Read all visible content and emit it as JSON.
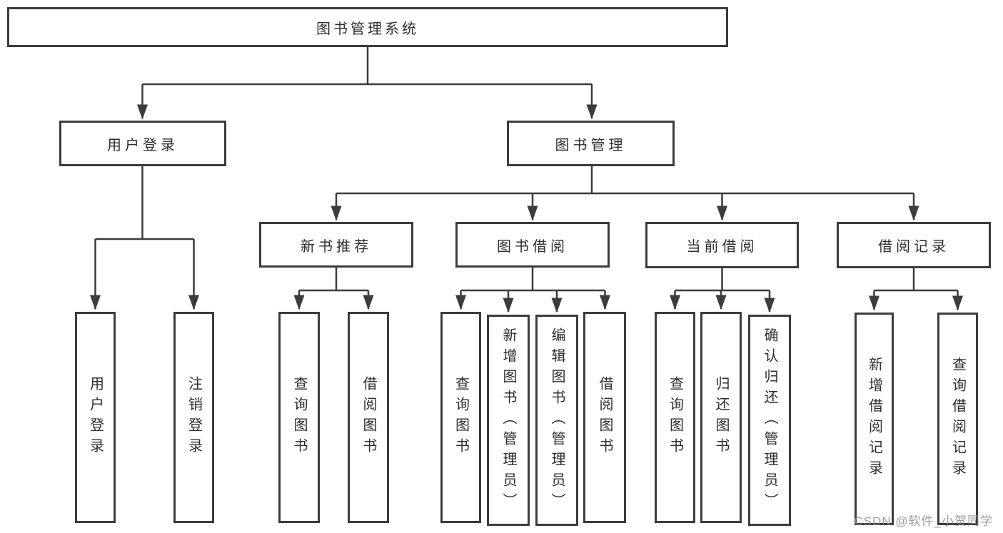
{
  "tree": {
    "root": {
      "label": "图书管理系统"
    },
    "branches": [
      {
        "label": "用户登录",
        "children": [
          {
            "label": "用户登录"
          },
          {
            "label": "注销登录"
          }
        ]
      },
      {
        "label": "图书管理",
        "children": [
          {
            "label": "新书推荐",
            "children": [
              {
                "label": "查询图书"
              },
              {
                "label": "借阅图书"
              }
            ]
          },
          {
            "label": "图书借阅",
            "children": [
              {
                "label": "查询图书"
              },
              {
                "label": "新增图书（管理员）"
              },
              {
                "label": "编辑图书（管理员）"
              },
              {
                "label": "借阅图书"
              }
            ]
          },
          {
            "label": "当前借阅",
            "children": [
              {
                "label": "查询图书"
              },
              {
                "label": "归还图书"
              },
              {
                "label": "确认归还（管理员）"
              }
            ]
          },
          {
            "label": "借阅记录",
            "children": [
              {
                "label": "新增借阅记录"
              },
              {
                "label": "查询借阅记录"
              }
            ]
          }
        ]
      }
    ]
  },
  "watermark": {
    "text": "CSDN @软件_小贺同学"
  },
  "colors": {
    "line": "#3c3c3c",
    "box_border": "#3c3c3c",
    "text": "#2e2e2e",
    "watermark": "#8c8c8c",
    "background": "#ffffff"
  }
}
